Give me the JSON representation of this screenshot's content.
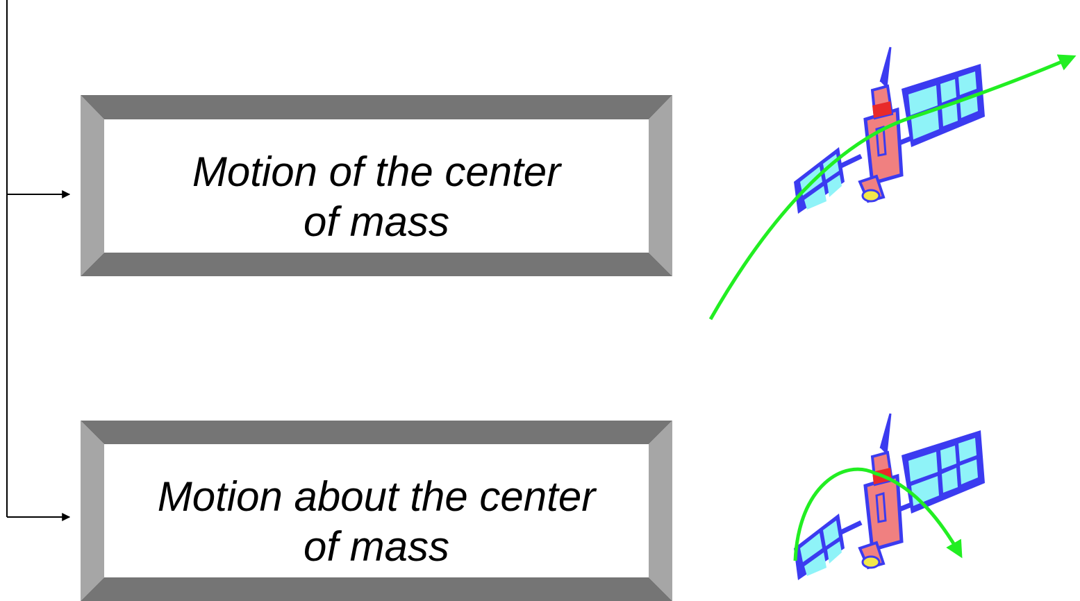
{
  "boxes": [
    {
      "line1": "Motion of the center",
      "line2": "of mass"
    },
    {
      "line1": "Motion about the center",
      "line2": "of mass"
    }
  ],
  "colors": {
    "bevel_top": "#757575",
    "bevel_side": "#a6a6a6",
    "trajectory": "#22ee22",
    "panel_frame": "#3b3bf0",
    "panel_cell": "#8ff3f8",
    "body_fill": "#f08080",
    "body_stripe": "#e82a2a",
    "dish": "#f2e84a",
    "connector": "#000000"
  },
  "icons": {
    "satellite_top": "satellite-icon",
    "satellite_bottom": "satellite-icon"
  }
}
